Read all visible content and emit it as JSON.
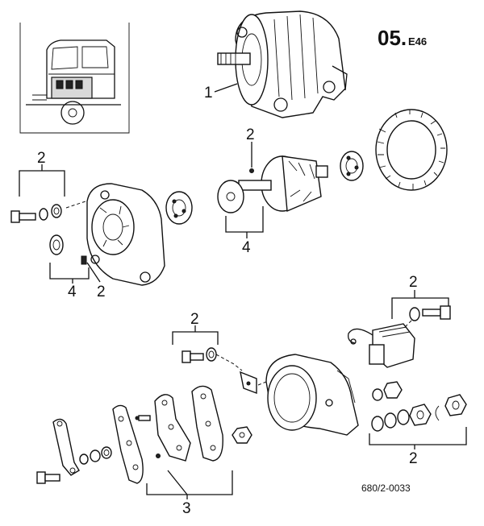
{
  "header": {
    "section_number": "05.",
    "section_suffix": "E46"
  },
  "footer": {
    "drawing_code": "680/2-0033"
  },
  "callouts": {
    "alternator_body": "1",
    "rotor_fan_group": "2",
    "rotor_fan_bracket": "4",
    "front_bolt_group": "2",
    "front_shield_left": "4",
    "front_shield_right": "2",
    "regulator_bolt_group": "2",
    "brush_holder_group": "2",
    "nut_washer_group": "2",
    "rear_plates_group": "3"
  }
}
